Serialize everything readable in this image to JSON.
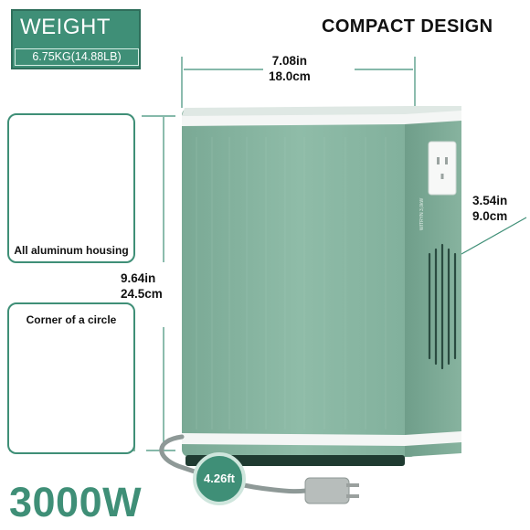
{
  "weight": {
    "title": "WEIGHT",
    "value": "6.75KG(14.88LB)"
  },
  "compact_title": "COMPACT DESIGN",
  "dimensions": {
    "width_in": "7.08in",
    "width_cm": "18.0cm",
    "depth_in": "3.54in",
    "depth_cm": "9.0cm",
    "height_in": "9.64in",
    "height_cm": "24.5cm"
  },
  "features": [
    {
      "label": "All aluminum housing"
    },
    {
      "label": "Corner of a circle"
    }
  ],
  "power_rating": "3000W",
  "cord_length": "4.26ft",
  "colors": {
    "brand_green": "#3f8f77",
    "product_green": "#86b6a1"
  }
}
